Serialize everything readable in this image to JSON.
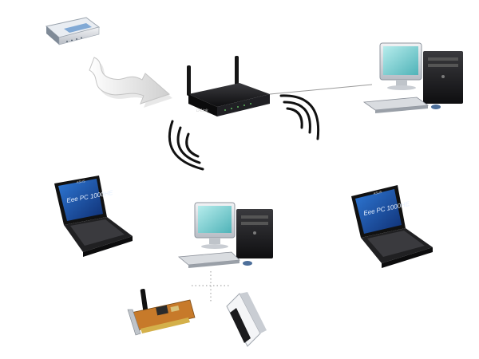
{
  "devices": {
    "laptop_left": {
      "brand": "ASUS",
      "model": "Eee PC 1000HE"
    },
    "laptop_right": {
      "brand": "ASUS",
      "model": "Eee PC 1000HE"
    },
    "router": {
      "brand": "D-Link"
    }
  },
  "colors": {
    "monitor_screen": "#7fd3d3",
    "laptop_screen": "#1c4fa6",
    "pcb_board": "#c77a2a",
    "device_silver": "#c8ccd2",
    "device_black": "#1d1d1f",
    "link_line": "#9a9a9a"
  },
  "icons": [
    "modem-icon",
    "router-icon",
    "desktop-pc-icon",
    "laptop-icon",
    "wireless-pci-card-icon",
    "usb-wifi-adapter-icon",
    "wifi-signal-icon"
  ]
}
